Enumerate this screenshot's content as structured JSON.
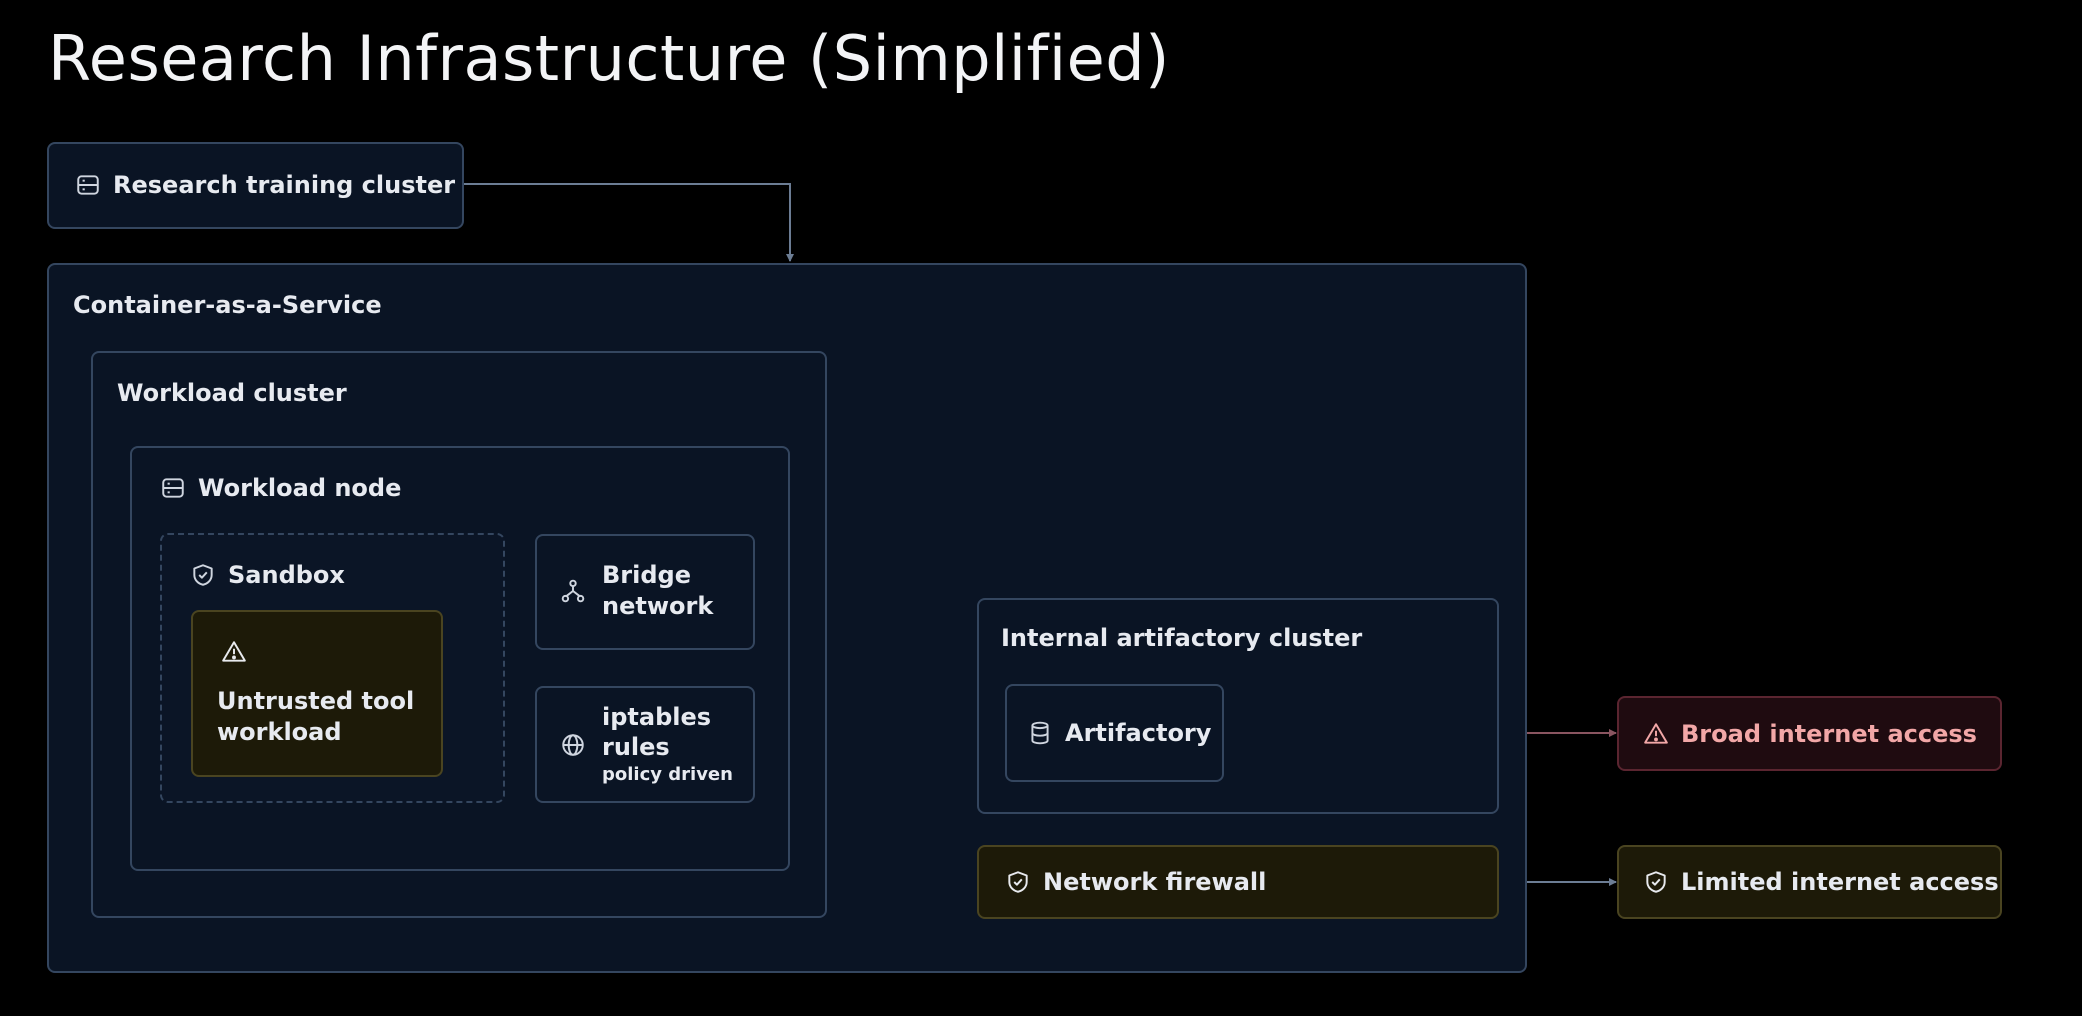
{
  "title": "Research Infrastructure (Simplified)",
  "nodes": {
    "research_training_cluster": "Research training cluster",
    "container_as_a_service": "Container-as-a-Service",
    "workload_cluster": "Workload cluster",
    "workload_node": "Workload node",
    "sandbox": "Sandbox",
    "untrusted_tool_workload": "Untrusted tool workload",
    "bridge_network": "Bridge network",
    "iptables_rules": "iptables rules",
    "iptables_sublabel": "policy driven",
    "internal_artifactory_cluster": "Internal artifactory cluster",
    "artifactory": "Artifactory",
    "network_firewall": "Network firewall",
    "broad_internet_access": "Broad internet access",
    "limited_internet_access": "Limited internet access"
  },
  "icons": {
    "research_training_cluster": "server-icon",
    "workload_node": "server-icon",
    "sandbox": "shield-check-icon",
    "untrusted_tool_workload": "warning-triangle-icon",
    "bridge_network": "network-hierarchy-icon",
    "iptables_rules": "globe-icon",
    "artifactory": "database-icon",
    "network_firewall": "shield-check-icon",
    "broad_internet_access": "warning-triangle-icon",
    "limited_internet_access": "shield-check-icon"
  },
  "colors": {
    "background": "#000000",
    "box_fill": "#0a1424",
    "box_border": "#34465f",
    "warning_fill": "#1d1a08",
    "warning_border": "#4a4420",
    "danger_fill": "#1f0b10",
    "danger_border": "#5b2530",
    "danger_text": "#f2a7a7",
    "connector": "#6c7d94",
    "danger_connector": "#8a5560"
  }
}
